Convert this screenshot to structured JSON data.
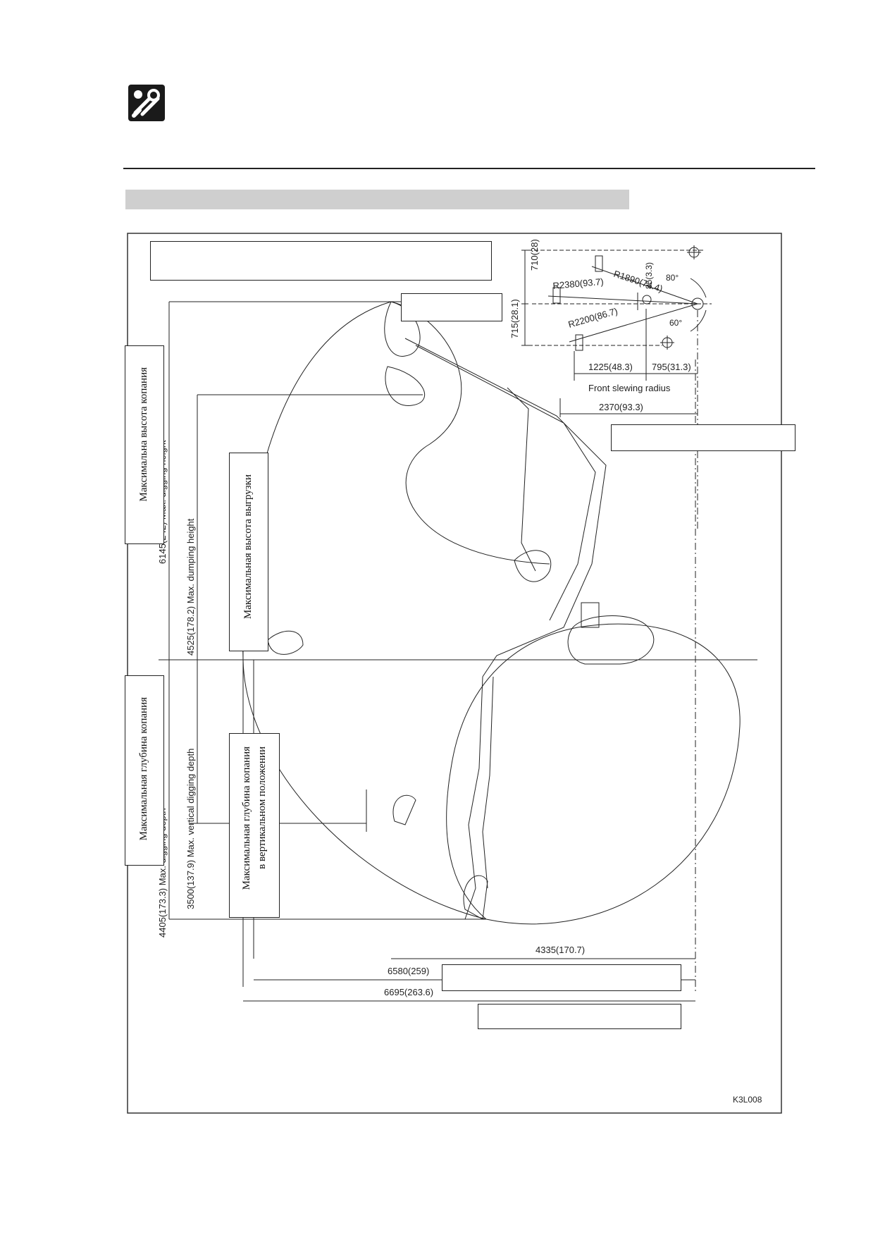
{
  "figure": {
    "code": "K3L008",
    "slewing": {
      "label": "Front slewing radius",
      "r1890": "R1890(74.4)",
      "r2380": "R2380(93.7)",
      "r2200": "R2200(86.7)",
      "angle80": "80°",
      "angle60": "60°",
      "d710": "710(28)",
      "d715": "715(28.1)",
      "d85": "85(3.3)",
      "d1225": "1225(48.3)",
      "d795": "795(31.3)",
      "d2370": "2370(93.3)"
    },
    "dims": {
      "dig_height": "6145(242) Max. digging height",
      "dump_height": "4525(178.2) Max. dumping height",
      "dig_depth": "4405(173.3) Max. digging depth",
      "vert_depth": "3500(137.9) Max. vertical digging depth",
      "d4335": "4335(170.7)",
      "d6580": "6580(259)",
      "d6695": "6695(263.6)"
    },
    "ru_labels": {
      "dig_height": "Максимальна высота копания",
      "dump_height": "Максимальная высота выгрузки",
      "dig_depth": "Максимальная глубина копания",
      "vert_depth_1": "Максимальная  глубина копания",
      "vert_depth_2": "в вертикальном положении"
    }
  }
}
